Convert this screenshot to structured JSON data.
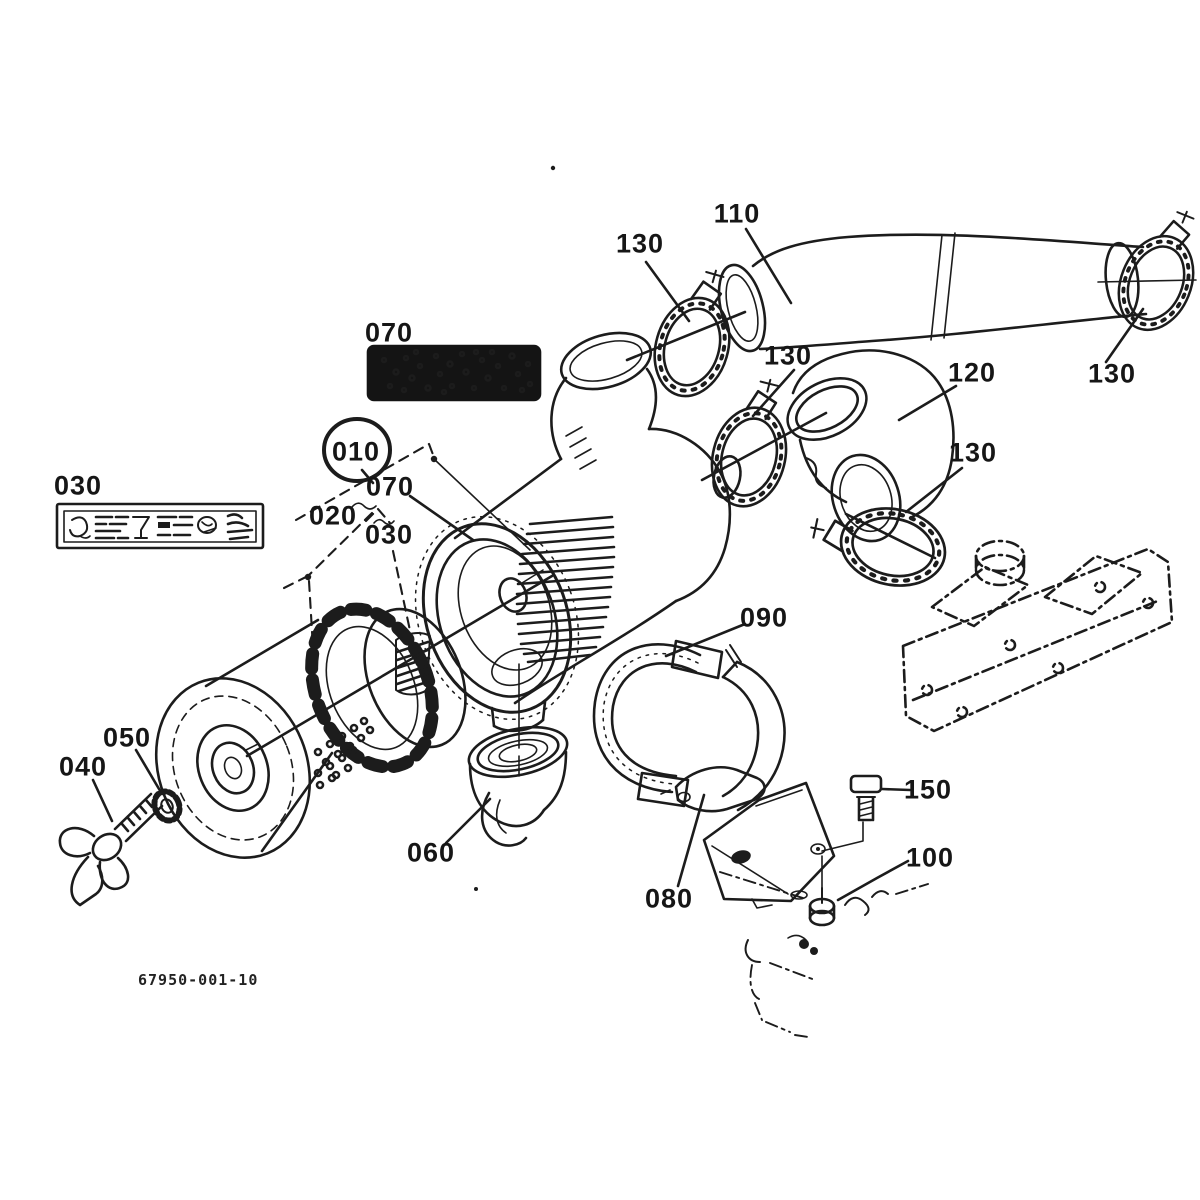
{
  "diagram": {
    "drawing_number": "67950-001-10",
    "highlight_color": "#cf1b24",
    "line_color": "#1c1c1c",
    "background_color": "#ffffff",
    "callouts": [
      {
        "text": "110"
      },
      {
        "text": "130"
      },
      {
        "text": "130"
      },
      {
        "text": "070"
      },
      {
        "text": "130"
      },
      {
        "text": "120"
      },
      {
        "text": "130"
      },
      {
        "text": "010",
        "highlighted": true
      },
      {
        "text": "030"
      },
      {
        "text": "070"
      },
      {
        "text": "020"
      },
      {
        "text": "030"
      },
      {
        "text": "090"
      },
      {
        "text": "050"
      },
      {
        "text": "040"
      },
      {
        "text": "150"
      },
      {
        "text": "060"
      },
      {
        "text": "100"
      },
      {
        "text": "080"
      }
    ]
  }
}
